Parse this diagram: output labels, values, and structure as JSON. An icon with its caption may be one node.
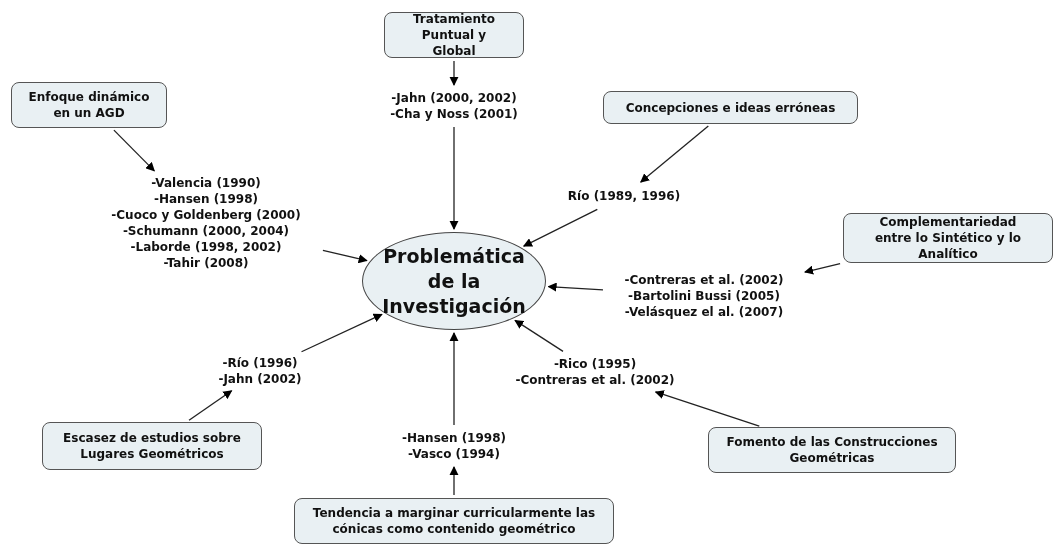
{
  "diagram": {
    "nodes": [
      {
        "text": [
          "Problemática de la Investigación"
        ]
      },
      {
        "text": [
          "Tratamiento Puntual y Global"
        ]
      },
      {
        "text": [
          "-Jahn (2000, 2002)",
          "-Cha y Noss (2001)"
        ]
      },
      {
        "text": [
          "Enfoque dinámico en un AGD"
        ]
      },
      {
        "text": [
          "-Valencia (1990)",
          "-Hansen (1998)",
          "-Cuoco y Goldenberg (2000)",
          "-Schumann (2000, 2004)",
          "-Laborde (1998, 2002)",
          "-Tahir (2008)"
        ]
      },
      {
        "text": [
          "Concepciones e ideas erróneas"
        ]
      },
      {
        "text": [
          "Río (1989, 1996)"
        ]
      },
      {
        "text": [
          "Complementariedad entre lo Sintético y lo Analítico"
        ]
      },
      {
        "text": [
          "-Contreras et al. (2002)",
          "-Bartolini Bussi (2005)",
          "-Velásquez el al. (2007)"
        ]
      },
      {
        "text": [
          "Fomento de las Construcciones Geométricas"
        ]
      },
      {
        "text": [
          "-Rico (1995)",
          "-Contreras et al. (2002)"
        ]
      },
      {
        "text": [
          "Tendencia a marginar curricularmente las cónicas como contenido geométrico"
        ]
      },
      {
        "text": [
          "-Hansen (1998)",
          "-Vasco (1994)"
        ]
      },
      {
        "text": [
          "Escasez de estudios sobre Lugares Geométricos"
        ]
      },
      {
        "text": [
          "-Río (1996)",
          "-Jahn (2002)"
        ]
      }
    ],
    "edges": [
      {
        "from": 1,
        "to": 2,
        "arrow": "to"
      },
      {
        "from": 2,
        "to": 0,
        "arrow": "to"
      },
      {
        "from": 3,
        "to": 4,
        "arrow": "to"
      },
      {
        "from": 4,
        "to": 0,
        "arrow": "to"
      },
      {
        "from": 5,
        "to": 6,
        "arrow": "to"
      },
      {
        "from": 6,
        "to": 0,
        "arrow": "to"
      },
      {
        "from": 7,
        "to": 8,
        "arrow": "to"
      },
      {
        "from": 8,
        "to": 0,
        "arrow": "to"
      },
      {
        "from": 9,
        "to": 10,
        "arrow": "to"
      },
      {
        "from": 10,
        "to": 0,
        "arrow": "to"
      },
      {
        "from": 11,
        "to": 12,
        "arrow": "to"
      },
      {
        "from": 12,
        "to": 0,
        "arrow": "to"
      },
      {
        "from": 13,
        "to": 14,
        "arrow": "to"
      },
      {
        "from": 14,
        "to": 0,
        "arrow": "to"
      }
    ]
  }
}
